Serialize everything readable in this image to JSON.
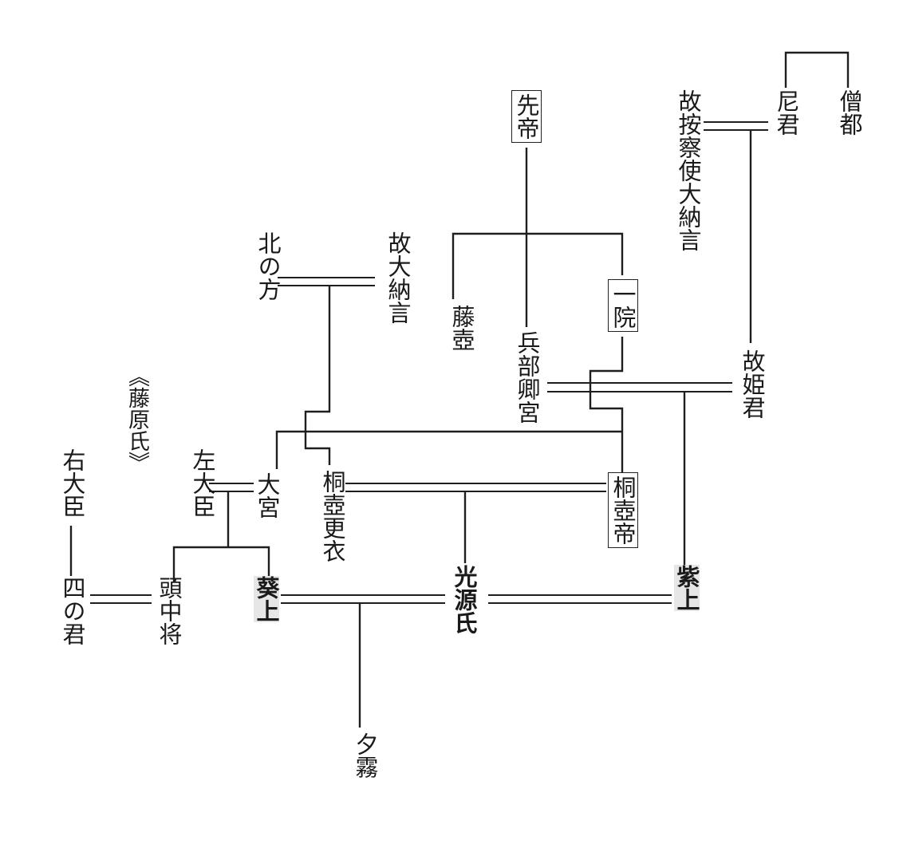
{
  "clan_label": "《藤原氏》",
  "people": {
    "sento": "先帝",
    "ichiin": "一院",
    "fujitsubo": "藤壺",
    "hyobukyo": "兵部卿宮",
    "kohimegimi": "故姫君",
    "amagimi": "尼君",
    "sozu": "僧都",
    "koazechi": "故按察使大納言",
    "kitanokata": "北の方",
    "kodainagon": "故大納言",
    "kiritsubo_koi": "桐壺更衣",
    "kiritsubo_tei": "桐壺帝",
    "omiya": "大宮",
    "sadaijin": "左大臣",
    "udaijin": "右大臣",
    "yon_no_kimi": "四の君",
    "to_no_chujo": "頭中将",
    "aoi": "葵上",
    "genji": "光源氏",
    "murasaki": "紫上",
    "yugiri": "夕霧"
  }
}
